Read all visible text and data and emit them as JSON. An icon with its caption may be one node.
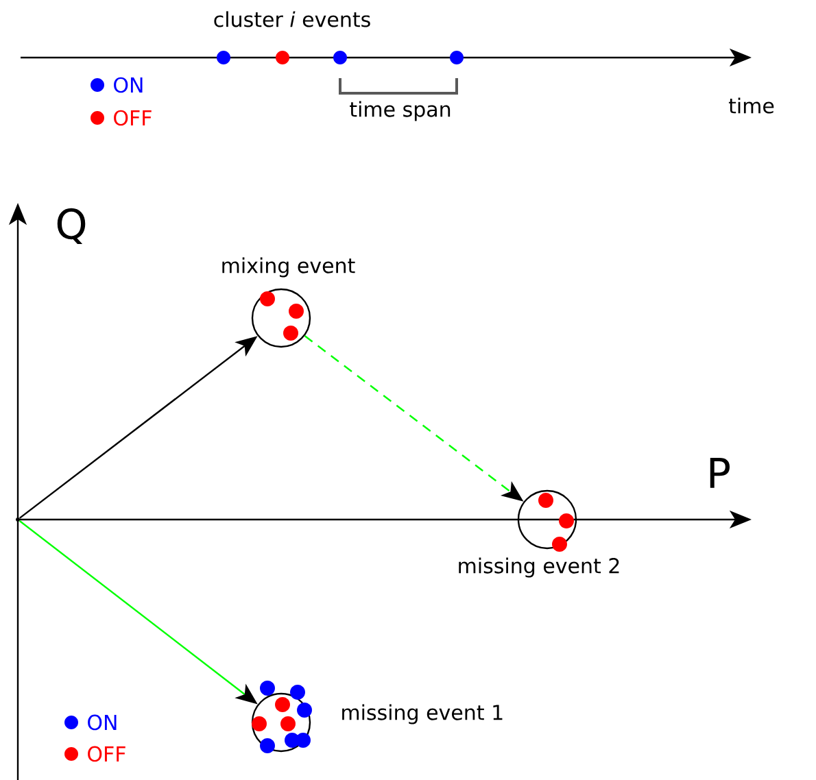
{
  "diagram": {
    "nodes": [
      {
        "text": [
          "mixing event"
        ]
      },
      {
        "text": [
          "missing event 2"
        ]
      },
      {
        "text": [
          "missing event 1"
        ]
      },
      {
        "text": [],
        "shape": "point"
      }
    ],
    "edges": [
      {
        "from": 3,
        "to": 0,
        "arrow": "to",
        "color": "#000000"
      },
      {
        "from": 0,
        "to": 1,
        "arrow": "to",
        "style": "dashed",
        "color": "#00ff00"
      },
      {
        "from": 3,
        "to": 2,
        "arrow": "to",
        "color": "#00ff00"
      }
    ],
    "labels": [
      "cluster *i* events",
      "time span",
      "time",
      "Q",
      "P"
    ],
    "legend": [
      {
        "text": "ON",
        "color": "#0000ff"
      },
      {
        "text": "OFF",
        "color": "#ff0000"
      },
      {
        "text": "ON",
        "color": "#0000ff"
      },
      {
        "text": "OFF",
        "color": "#ff0000"
      }
    ]
  }
}
